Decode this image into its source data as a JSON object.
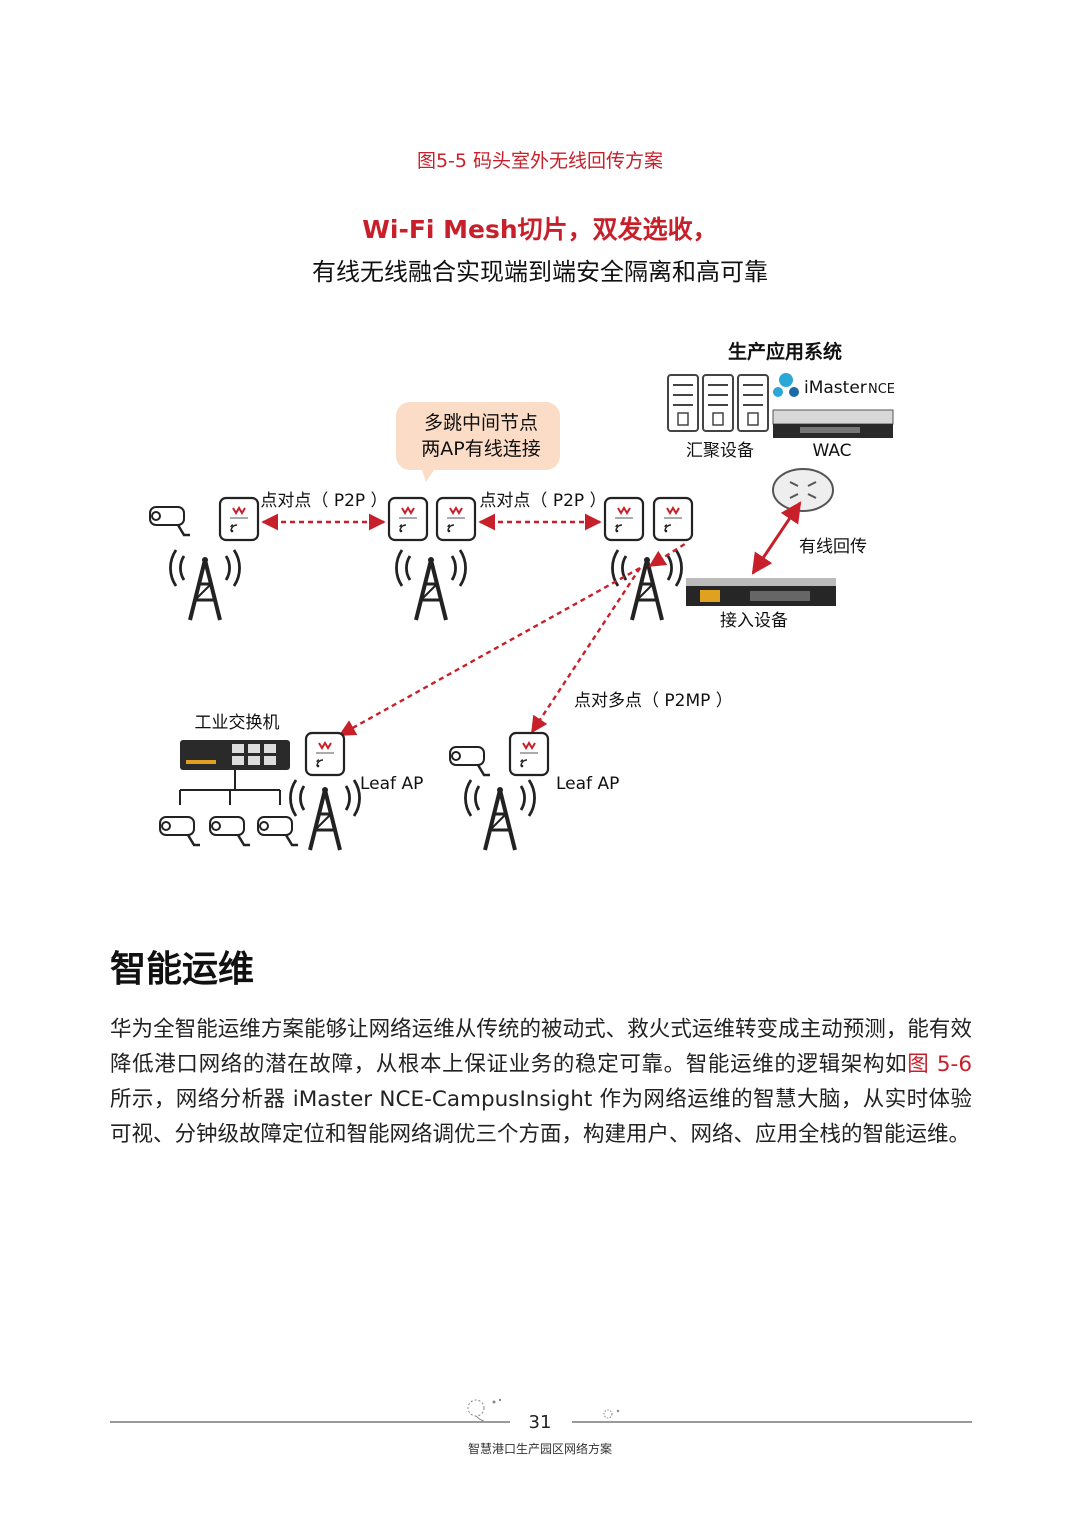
{
  "figure": {
    "caption": "图5-5  码头室外无线回传方案",
    "headline_red": "Wi-Fi Mesh切片，双发选收，",
    "headline_black": "有线无线融合实现端到端安全隔离和高可靠"
  },
  "diagram": {
    "system_title": "生产应用系统",
    "aggregation_label": "汇聚设备",
    "imaster_label": "iMaster",
    "nce_label": "NCE",
    "wac_label": "WAC",
    "callout_line1": "多跳中间节点",
    "callout_line2": "两AP有线连接",
    "p2p_label_1": "点对点（ P2P ）",
    "p2p_label_2": "点对点（ P2P ）",
    "wired_backhaul_label": "有线回传",
    "access_device_label": "接入设备",
    "p2mp_label": "点对多点（ P2MP ）",
    "industrial_switch_label": "工业交换机",
    "leaf_ap_label_1": "Leaf AP",
    "leaf_ap_label_2": "Leaf AP",
    "colors": {
      "accent_red": "#c8202a",
      "callout_bg": "#fbdcc6"
    }
  },
  "section": {
    "title": "智能运维",
    "para_part1": "华为全智能运维方案能够让网络运维从传统的被动式、救火式运维转变成主动预测，能有效降低港口网络的潜在故障，从根本上保证业务的稳定可靠。智能运维的逻辑架构如",
    "fig_ref": "图 5-6",
    "para_part2": " 所示，网络分析器 iMaster NCE-CampusInsight 作为网络运维的智慧大脑，从实时体验可视、分钟级故障定位和智能网络调优三个方面，构建用户、网络、应用全栈的智能运维。"
  },
  "footer": {
    "page_number": "31",
    "doc_title": "智慧港口生产园区网络方案"
  }
}
